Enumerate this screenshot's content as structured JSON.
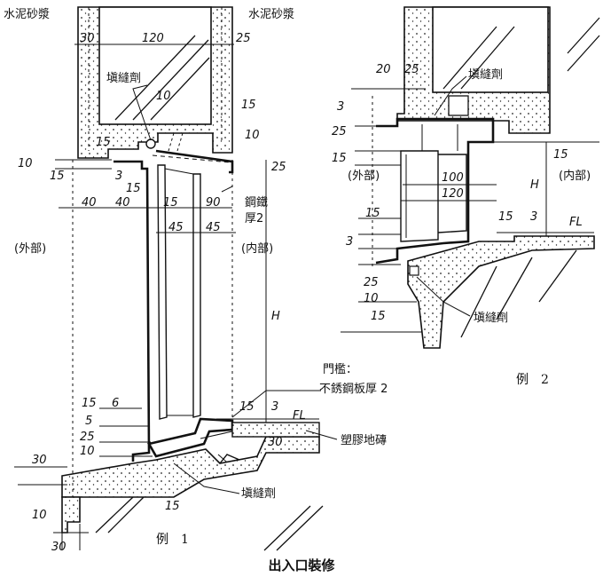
{
  "title": "出入口裝修",
  "example1": {
    "caption": "例　1",
    "labels": {
      "cement_left": "水泥砂漿",
      "cement_right": "水泥砂漿",
      "filler_top": "塡縫劑",
      "steel_1": "鋼鐵",
      "steel_2": "厚2",
      "exterior": "(外部)",
      "interior": "(内部)",
      "threshold_1": "門檻：",
      "threshold_2": "不銹鋼板厚 2",
      "fl": "FL",
      "tile": "塑膠地磚",
      "filler_bottom": "塡縫劑",
      "height": "H"
    },
    "dims": [
      "30",
      "120",
      "25",
      "10",
      "15",
      "10",
      "15",
      "10",
      "15",
      "3",
      "15",
      "25",
      "40",
      "40",
      "15",
      "90",
      "45",
      "45",
      "15",
      "6",
      "5",
      "25",
      "10",
      "15",
      "3",
      "30",
      "30",
      "10",
      "30",
      "15"
    ]
  },
  "example2": {
    "caption": "例　2",
    "labels": {
      "filler_top": "塡縫劑",
      "exterior": "(外部)",
      "interior": "(内部)",
      "fl": "FL",
      "filler_bottom": "塡縫劑",
      "height": "H"
    },
    "dims": [
      "20",
      "25",
      "3",
      "25",
      "15",
      "15",
      "100",
      "120",
      "15",
      "3",
      "25",
      "10",
      "15",
      "15",
      "3"
    ]
  }
}
